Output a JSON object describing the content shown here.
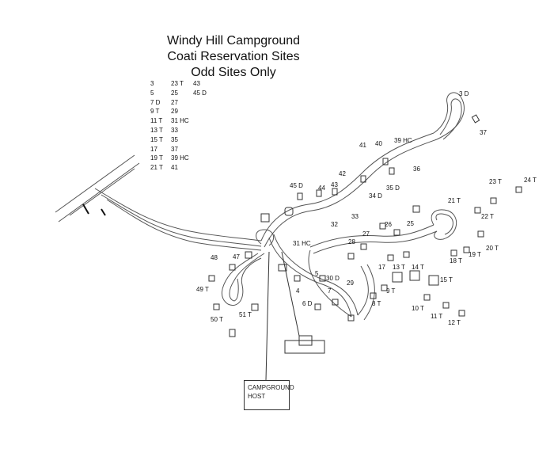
{
  "title": {
    "line1": "Windy Hill Campground",
    "line2": "Coati Reservation Sites",
    "line3": "Odd Sites Only"
  },
  "legend": [
    [
      "3",
      "23 T",
      "43"
    ],
    [
      "5",
      "25",
      "45 D"
    ],
    [
      "7 D",
      "27",
      ""
    ],
    [
      "9 T",
      "29",
      ""
    ],
    [
      "11 T",
      "31 HC",
      ""
    ],
    [
      "13 T",
      "33",
      ""
    ],
    [
      "15 T",
      "35",
      ""
    ],
    [
      "17",
      "37",
      ""
    ],
    [
      "19 T",
      "39 HC",
      ""
    ],
    [
      "21 T",
      "41",
      ""
    ]
  ],
  "site_labels": {
    "s3": "3 D",
    "s37": "37",
    "s39": "39 HC",
    "s41": "41",
    "s40": "40",
    "s36": "36",
    "s35": "35 D",
    "s34": "34 D",
    "s42": "42",
    "s43": "43",
    "s44": "44",
    "s45": "45 D",
    "s33": "33",
    "s32": "32",
    "s31": "31 HC",
    "s28": "28",
    "s27": "27",
    "s26": "26",
    "s25": "25",
    "s21": "21 T",
    "s23": "23 T",
    "s24": "24 T",
    "s22": "22 T",
    "s20": "20 T",
    "s19": "19 T",
    "s18": "18 T",
    "s17": "17",
    "s13": "13 T",
    "s14": "14 T",
    "s15": "15 T",
    "s5": "5",
    "s30": "30 D",
    "s29": "29",
    "s4": "4",
    "s7": "7",
    "s6": "6 D",
    "s8": "8 T",
    "s9": "9 T",
    "s10": "10 T",
    "s11": "11 T",
    "s12": "12 T",
    "s47": "47",
    "s48": "48",
    "s49": "49 T",
    "s50": "50 T",
    "s51": "51 T"
  },
  "host": {
    "line1": "CAMPGROUND",
    "line2": "HOST"
  },
  "colors": {
    "road": "#555555",
    "ink": "#111111"
  }
}
